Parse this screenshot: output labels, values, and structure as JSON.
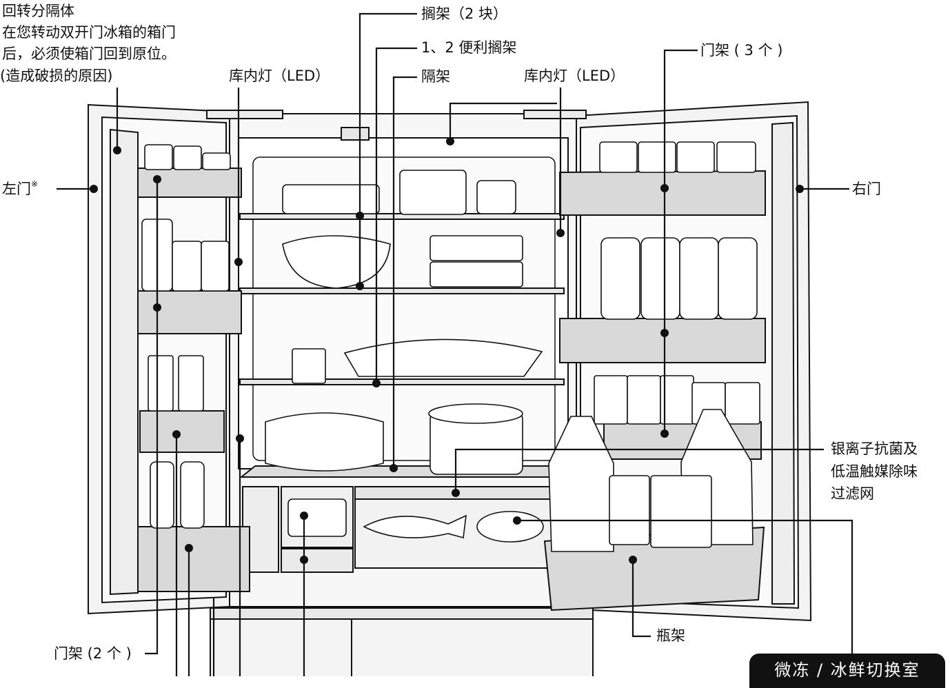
{
  "labels": {
    "rotating_divider": "回转分隔体",
    "rotating_divider_note": [
      "在您转动双开门冰箱的箱门",
      "后，必须使箱门回到原位。",
      "(造成破损的原因)"
    ],
    "interior_light_left": "库内灯（LED）",
    "interior_light_right": "库内灯（LED）",
    "shelves": "搁架（2 块）",
    "convenience_shelf": "1、2 便利搁架",
    "partition_shelf": "隔架",
    "door_shelf_right": "门架 ( 3 个 )",
    "left_door": "左门",
    "left_door_mark": "※",
    "right_door": "右门",
    "filter_lines": [
      "银离子抗菌及",
      "低温触媒除味",
      "过滤网"
    ],
    "bottle_rack": "瓶架",
    "door_shelf_left": "门架 (2 个 )",
    "mode_room": "微冻 / 冰鲜切换室"
  },
  "icons": {
    "callout_dot": "callout-dot",
    "fridge": "refrigerator-illustration"
  },
  "colors": {
    "line": "#111111",
    "door_bin": "#d9d9d9",
    "fridge_body": "#f2f2f2",
    "badge_bg": "#111111",
    "badge_text": "#ffffff"
  }
}
